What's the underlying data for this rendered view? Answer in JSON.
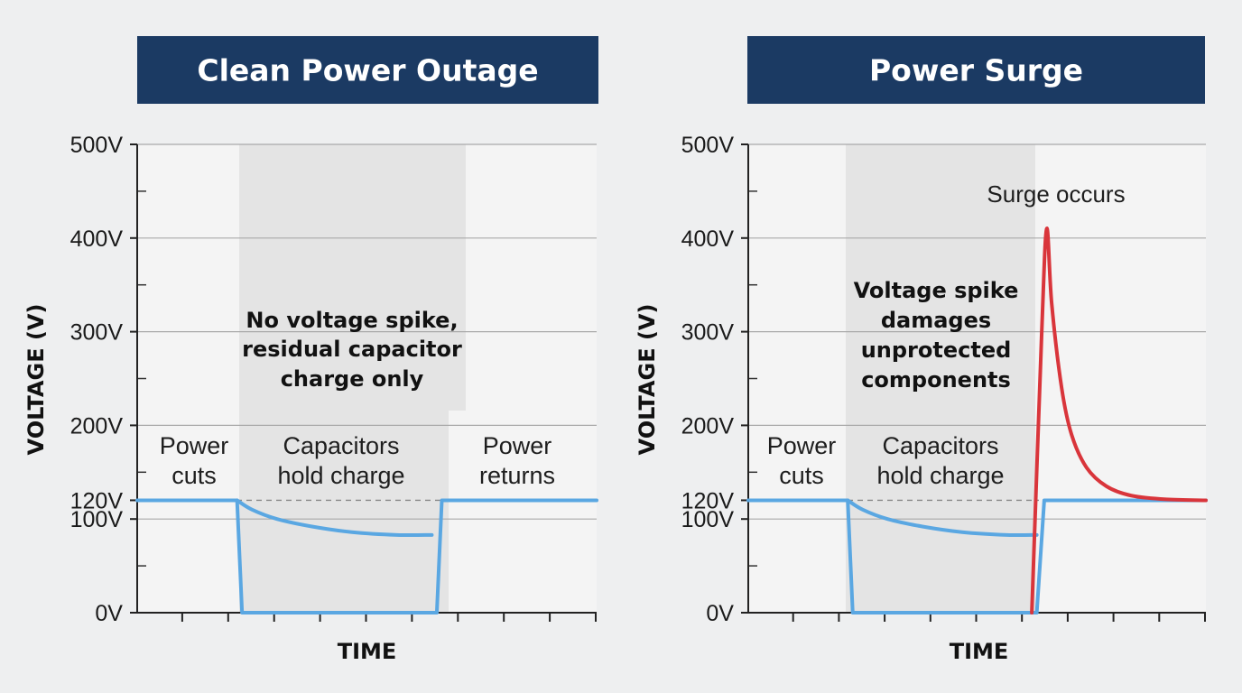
{
  "chart_data": [
    {
      "type": "line",
      "title": "Clean Power Outage",
      "xlabel": "TIME",
      "ylabel": "VOLTAGE (V)",
      "ylim": [
        0,
        500
      ],
      "y_ticks": [
        0,
        100,
        120,
        200,
        300,
        400,
        500
      ],
      "y_tick_labels": [
        "0V",
        "100V",
        "120V",
        "200V",
        "300V",
        "400V",
        "500V"
      ],
      "grid": true,
      "x_tick_count": 10,
      "phases": [
        {
          "label_lines": [
            "Power",
            "cuts"
          ]
        },
        {
          "label_lines": [
            "Capacitors",
            "hold charge"
          ]
        },
        {
          "label_lines": [
            "Power",
            "returns"
          ]
        }
      ],
      "annotation_lines": [
        "No voltage spike,",
        "residual capacitor",
        "charge only"
      ],
      "reference_line": 120,
      "series": [
        {
          "color": "#5aa7e2",
          "points": [
            [
              0,
              120
            ],
            [
              2.0,
              120
            ],
            [
              2.1,
              0
            ],
            [
              6.0,
              0
            ],
            [
              6.1,
              120
            ],
            [
              9.2,
              120
            ]
          ]
        },
        {
          "color": "#5aa7e2",
          "points": [
            [
              2.0,
              120
            ],
            [
              2.3,
              110
            ],
            [
              2.8,
              100
            ],
            [
              3.5,
              92
            ],
            [
              4.3,
              86
            ],
            [
              5.2,
              83
            ],
            [
              5.9,
              83
            ]
          ]
        }
      ]
    },
    {
      "type": "line",
      "title": "Power Surge",
      "xlabel": "TIME",
      "ylabel": "VOLTAGE (V)",
      "ylim": [
        0,
        500
      ],
      "y_ticks": [
        0,
        100,
        120,
        200,
        300,
        400,
        500
      ],
      "y_tick_labels": [
        "0V",
        "100V",
        "120V",
        "200V",
        "300V",
        "400V",
        "500V"
      ],
      "grid": true,
      "x_tick_count": 10,
      "phases": [
        {
          "label_lines": [
            "Power",
            "cuts"
          ]
        },
        {
          "label_lines": [
            "Capacitors",
            "hold charge"
          ]
        }
      ],
      "annotation_lines": [
        "Voltage spike",
        "damages",
        "unprotected",
        "components"
      ],
      "callout": "Surge occurs",
      "reference_line": 120,
      "series": [
        {
          "color": "#5aa7e2",
          "points": [
            [
              0,
              120
            ],
            [
              2.0,
              120
            ],
            [
              2.1,
              0
            ],
            [
              5.8,
              0
            ],
            [
              5.95,
              120
            ],
            [
              9.2,
              120
            ]
          ]
        },
        {
          "color": "#5aa7e2",
          "points": [
            [
              2.0,
              120
            ],
            [
              2.3,
              110
            ],
            [
              2.8,
              100
            ],
            [
              3.5,
              92
            ],
            [
              4.3,
              86
            ],
            [
              5.2,
              83
            ],
            [
              5.8,
              83
            ]
          ]
        },
        {
          "color": "#d9353b",
          "points": [
            [
              5.7,
              0
            ],
            [
              5.9,
              300
            ],
            [
              6.0,
              410
            ],
            [
              6.1,
              330
            ],
            [
              6.3,
              240
            ],
            [
              6.5,
              190
            ],
            [
              6.8,
              155
            ],
            [
              7.2,
              135
            ],
            [
              7.7,
              125
            ],
            [
              8.4,
              121
            ],
            [
              9.2,
              120
            ]
          ]
        }
      ]
    }
  ]
}
